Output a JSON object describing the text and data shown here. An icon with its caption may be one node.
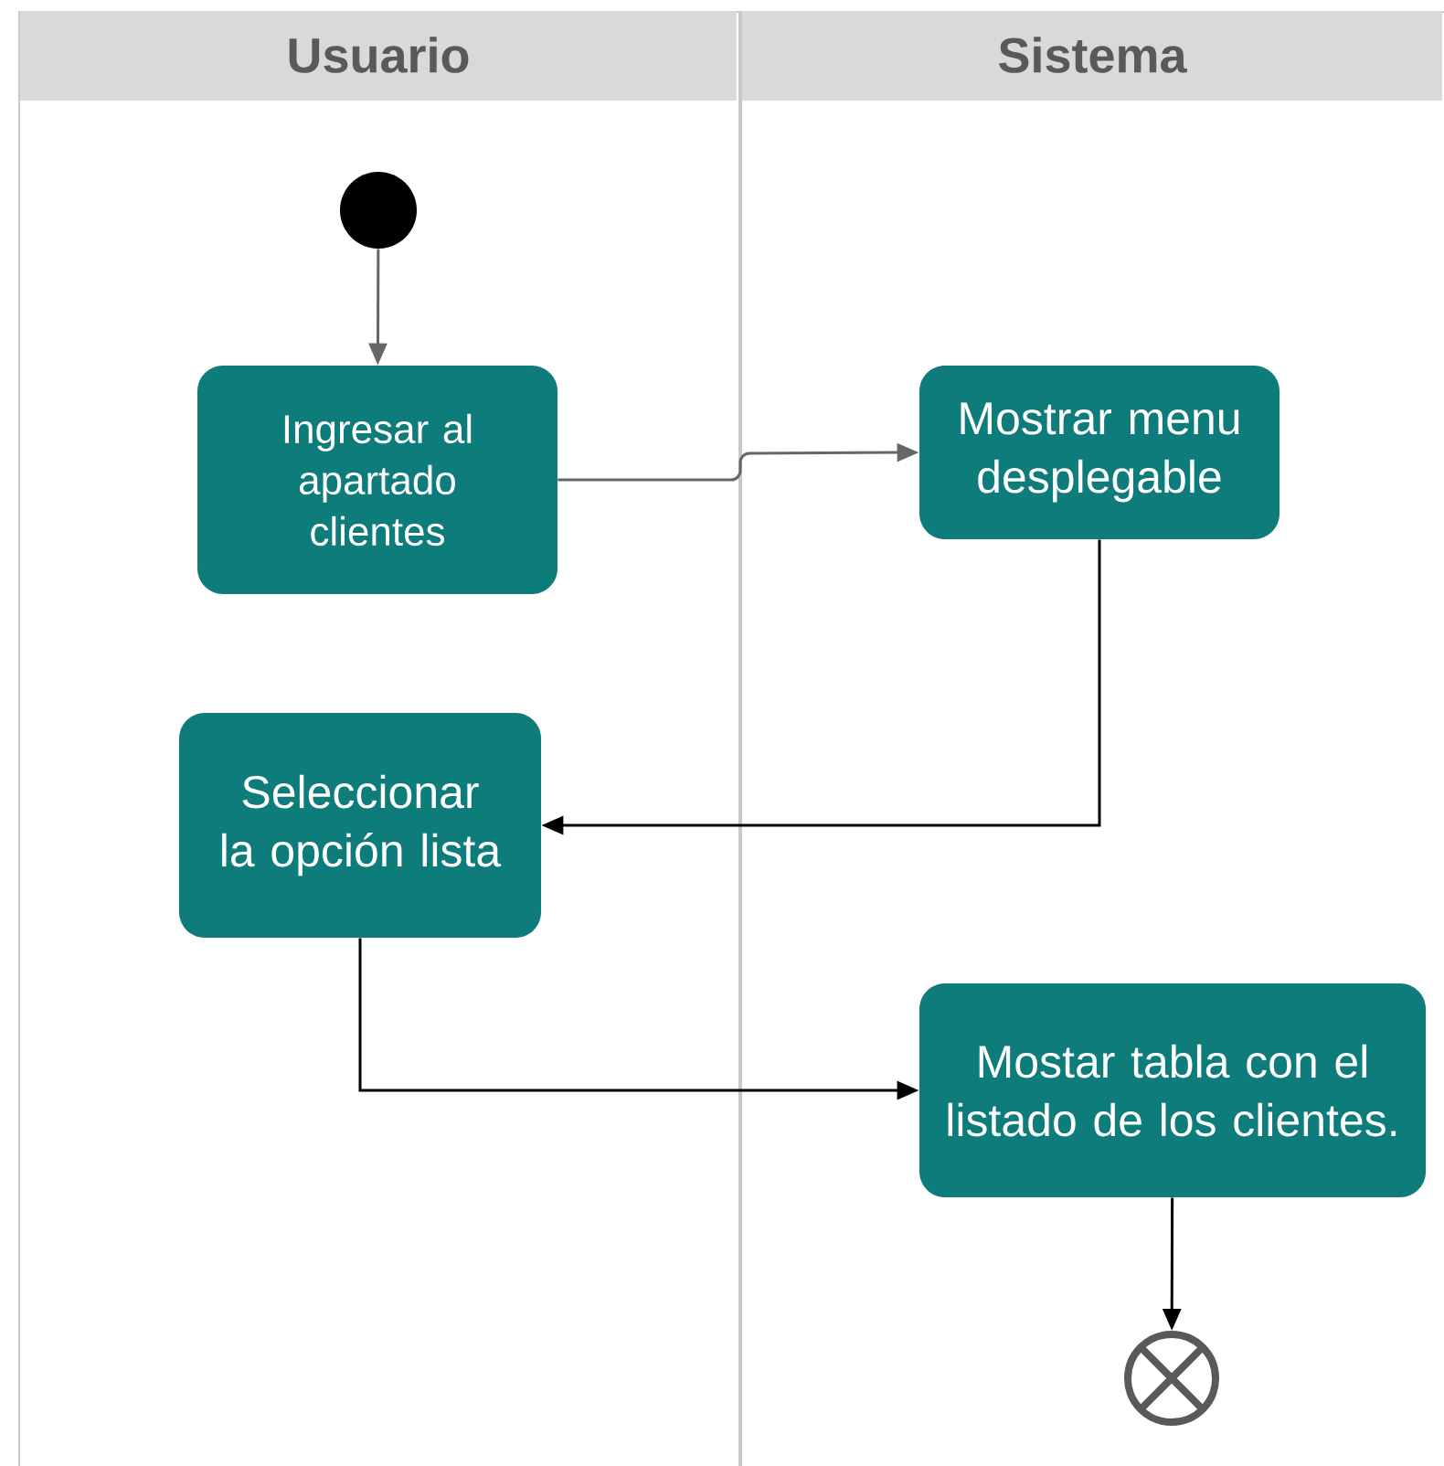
{
  "diagram": {
    "nodes": [
      {
        "text": [
          "Usuario"
        ]
      },
      {
        "text": [
          "Sistema"
        ]
      },
      {
        "text": [],
        "shape": "circle",
        "in": 0
      },
      {
        "text": [
          "Ingresar al apartado clientes"
        ],
        "in": 0
      },
      {
        "text": [
          "Mostrar menu desplegable"
        ],
        "in": 1
      },
      {
        "text": [
          "Seleccionar la opción lista"
        ],
        "in": 0
      },
      {
        "text": [
          "Mostar tabla con el listado de los clientes."
        ],
        "in": 1
      },
      {
        "text": [],
        "shape": "circle",
        "in": 1
      }
    ],
    "edges": [
      {
        "from": 2,
        "to": 3,
        "arrow": "to",
        "color": "#666666"
      },
      {
        "from": 3,
        "to": 4,
        "arrow": "to",
        "color": "#666666"
      },
      {
        "from": 4,
        "to": 5,
        "arrow": "to",
        "color": "#000000"
      },
      {
        "from": 5,
        "to": 6,
        "arrow": "to",
        "color": "#000000"
      },
      {
        "from": 6,
        "to": 7,
        "arrow": "to",
        "color": "#000000"
      }
    ]
  }
}
